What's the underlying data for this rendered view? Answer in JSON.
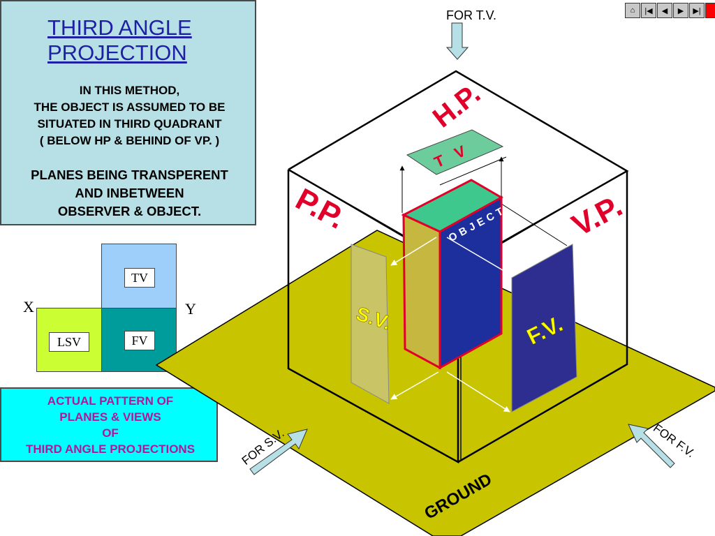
{
  "info": {
    "title_line1": "THIRD ANGLE",
    "title_line2": "PROJECTION",
    "method_lines": [
      "IN THIS METHOD,",
      "THE OBJECT IS ASSUMED TO BE",
      "SITUATED IN THIRD QUADRANT",
      "( BELOW HP & BEHIND OF VP. )"
    ],
    "planes_lines": [
      "PLANES BEING TRANSPERENT",
      "AND INBETWEEN",
      "OBSERVER & OBJECT."
    ]
  },
  "layout_diagram": {
    "tv": "TV",
    "fv": "FV",
    "lsv": "LSV",
    "x": "X",
    "y": "Y",
    "colors": {
      "tv": "#9ecffb",
      "fv": "#009c9c",
      "lsv": "#ccff33"
    }
  },
  "pattern": {
    "lines": [
      "ACTUAL PATTERN OF",
      "PLANES & VIEWS",
      "OF",
      "THIRD ANGLE PROJECTIONS"
    ]
  },
  "labels": {
    "for_tv": "FOR T.V.",
    "for_sv": "FOR S.V.",
    "for_fv": "FOR F.V.",
    "hp": "H.P.",
    "vp": "V.P.",
    "pp": "P.P.",
    "tv_view": "T V",
    "object": "OBJECT",
    "sv_view": "S.V.",
    "fv_view": "F.V.",
    "ground": "GROUND"
  },
  "nav": {
    "buttons": [
      {
        "name": "home",
        "icon": "home-icon",
        "glyph": "⌂"
      },
      {
        "name": "first",
        "icon": "first-icon",
        "glyph": "|◀"
      },
      {
        "name": "prev",
        "icon": "prev-icon",
        "glyph": "◀"
      },
      {
        "name": "next",
        "icon": "next-icon",
        "glyph": "▶"
      },
      {
        "name": "last",
        "icon": "last-icon",
        "glyph": "▶|"
      },
      {
        "name": "stop",
        "icon": "stop-icon",
        "glyph": ""
      }
    ]
  },
  "colors": {
    "ground": "#c8c400",
    "blue_text": "#1f1fa5",
    "red": "#e0002a",
    "magenta": "#b0179a",
    "fv_plane": "#2e2e90",
    "object_blue": "#1c2f9c",
    "object_green": "#3fc88e",
    "sv_plane": "#c9c466",
    "tv_plane": "#6ccc9c",
    "arrow_fill": "#b7e0e6"
  }
}
